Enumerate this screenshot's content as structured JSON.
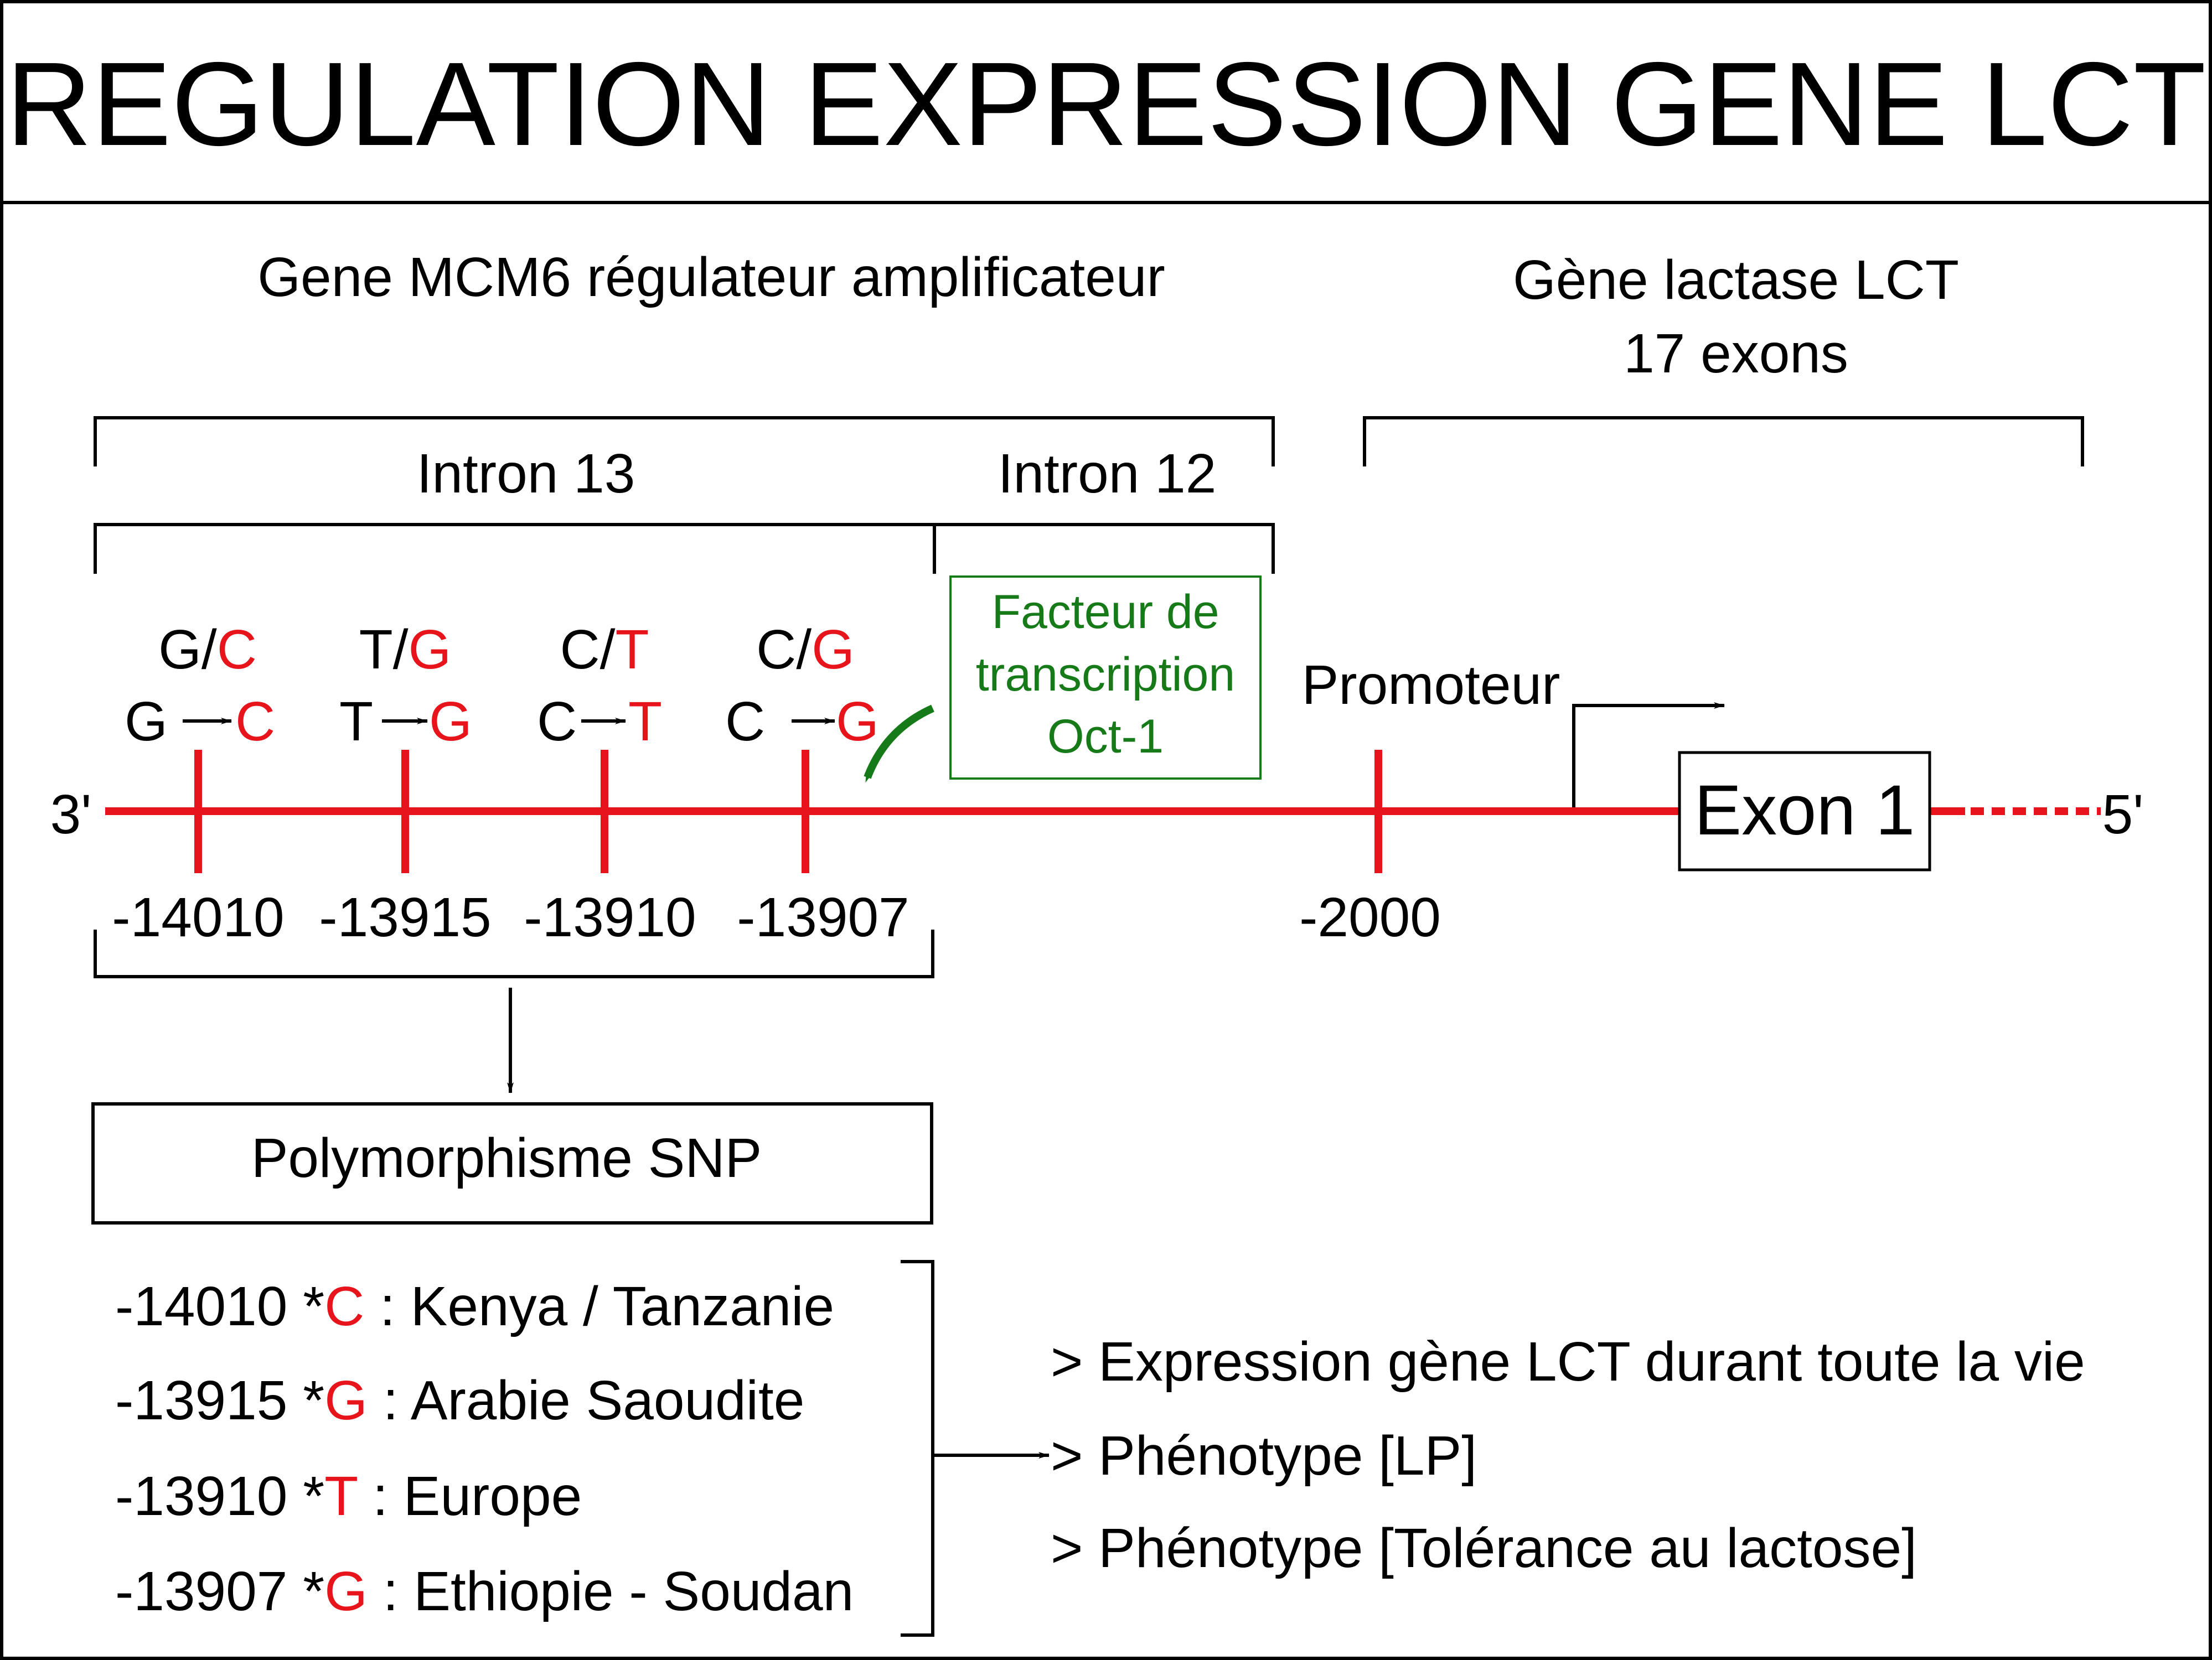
{
  "title": "REGULATION EXPRESSION GENE LCT",
  "colors": {
    "line": "#e8141c",
    "mutation": "#e8141c",
    "factor": "#157a17",
    "ink": "#000000"
  },
  "labels": {
    "mcm6_gene": "Gene MCM6 régulateur amplificateur",
    "lct_gene_line1": "Gène lactase LCT",
    "lct_gene_line2": "17 exons",
    "intron13": "Intron 13",
    "intron12": "Intron 12",
    "factor_line1": "Facteur de",
    "factor_line2": "transcription",
    "factor_line3": "Oct-1",
    "promoter": "Promoteur",
    "exon1": "Exon 1",
    "end_3": "3'",
    "end_5": "5'",
    "promoter_position": "-2000",
    "snp_box": "Polymorphisme SNP"
  },
  "snps": [
    {
      "position": "-14010",
      "ref": "G",
      "alt": "C",
      "separator": "/"
    },
    {
      "position": "-13915",
      "ref": "T",
      "alt": "G",
      "separator": "/"
    },
    {
      "position": "-13910",
      "ref": "C",
      "alt": "T",
      "separator": "/"
    },
    {
      "position": "-13907",
      "ref": "C",
      "alt": "G",
      "separator": "/"
    }
  ],
  "populations": [
    {
      "position": "-14010",
      "star": "*",
      "allele": "C",
      "region": " : Kenya / Tanzanie"
    },
    {
      "position": "-13915",
      "star": "*",
      "allele": "G",
      "region": " : Arabie Saoudite"
    },
    {
      "position": "-13910",
      "star": "*",
      "allele": "T",
      "region": " : Europe"
    },
    {
      "position": "-13907",
      "star": "*",
      "allele": "G",
      "region": " : Ethiopie - Soudan"
    }
  ],
  "consequences": [
    "> Expression gène LCT durant toute la vie",
    "> Phénotype [LP]",
    "> Phénotype [Tolérance au lactose]"
  ]
}
